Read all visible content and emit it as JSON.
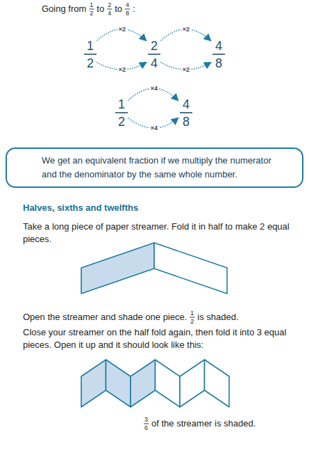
{
  "diagram": {
    "nodes": [
      {
        "text": [
          "We get an equivalent fraction if we multiply the numerator and the denominator by the same whole number."
        ]
      }
    ],
    "labels": [
      "Going from",
      "1",
      "2",
      "to",
      "2",
      "4",
      "to",
      "4",
      "8",
      ":",
      "×2",
      "×2",
      "1",
      "2",
      "2",
      "4",
      "4",
      "8",
      "×2",
      "×2",
      "×4",
      "1",
      "2",
      "4",
      "8",
      "×4",
      "Halves, sixths and twelfths",
      "Take a long piece of paper streamer. Fold it in half to make 2 equal pieces.",
      "Open the streamer and shade one piece.",
      "1",
      "2",
      "is shaded.",
      "Close your streamer on the half fold again, then fold it into 3 equal pieces. Open it up and it should look like this:",
      "3",
      "6",
      "of the streamer is shaded."
    ]
  }
}
